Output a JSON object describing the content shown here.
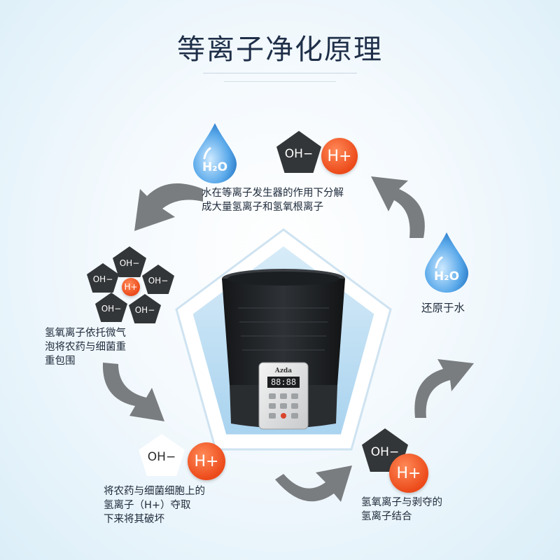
{
  "title": "等离子净化原理",
  "ions": {
    "oh": "OH−",
    "h": "H+"
  },
  "steps": {
    "top": [
      "水在等离子发生器的作用下分解",
      "成大量氢离子和氢氧根离子"
    ],
    "right": [
      "还原于水"
    ],
    "left": [
      "氢氧离子依托微气",
      "泡将农药与细菌重",
      "重包围"
    ],
    "bottom_left": [
      "将农药与细菌细胞上的",
      "氢离子（H+）夺取",
      "下来将其破坏"
    ],
    "bottom_right": [
      "氢氧离子与剥夺的",
      "氢离子结合"
    ]
  },
  "drop_label": "H₂O",
  "device": {
    "brand": "Azda",
    "display": "88:88"
  },
  "colors": {
    "title": "#1f2f49",
    "ion_orange": "#ec4a1a",
    "ion_dark": "#333638",
    "drop_blue": "#2f8fd6",
    "arrow_gray": "#7a7d80"
  }
}
